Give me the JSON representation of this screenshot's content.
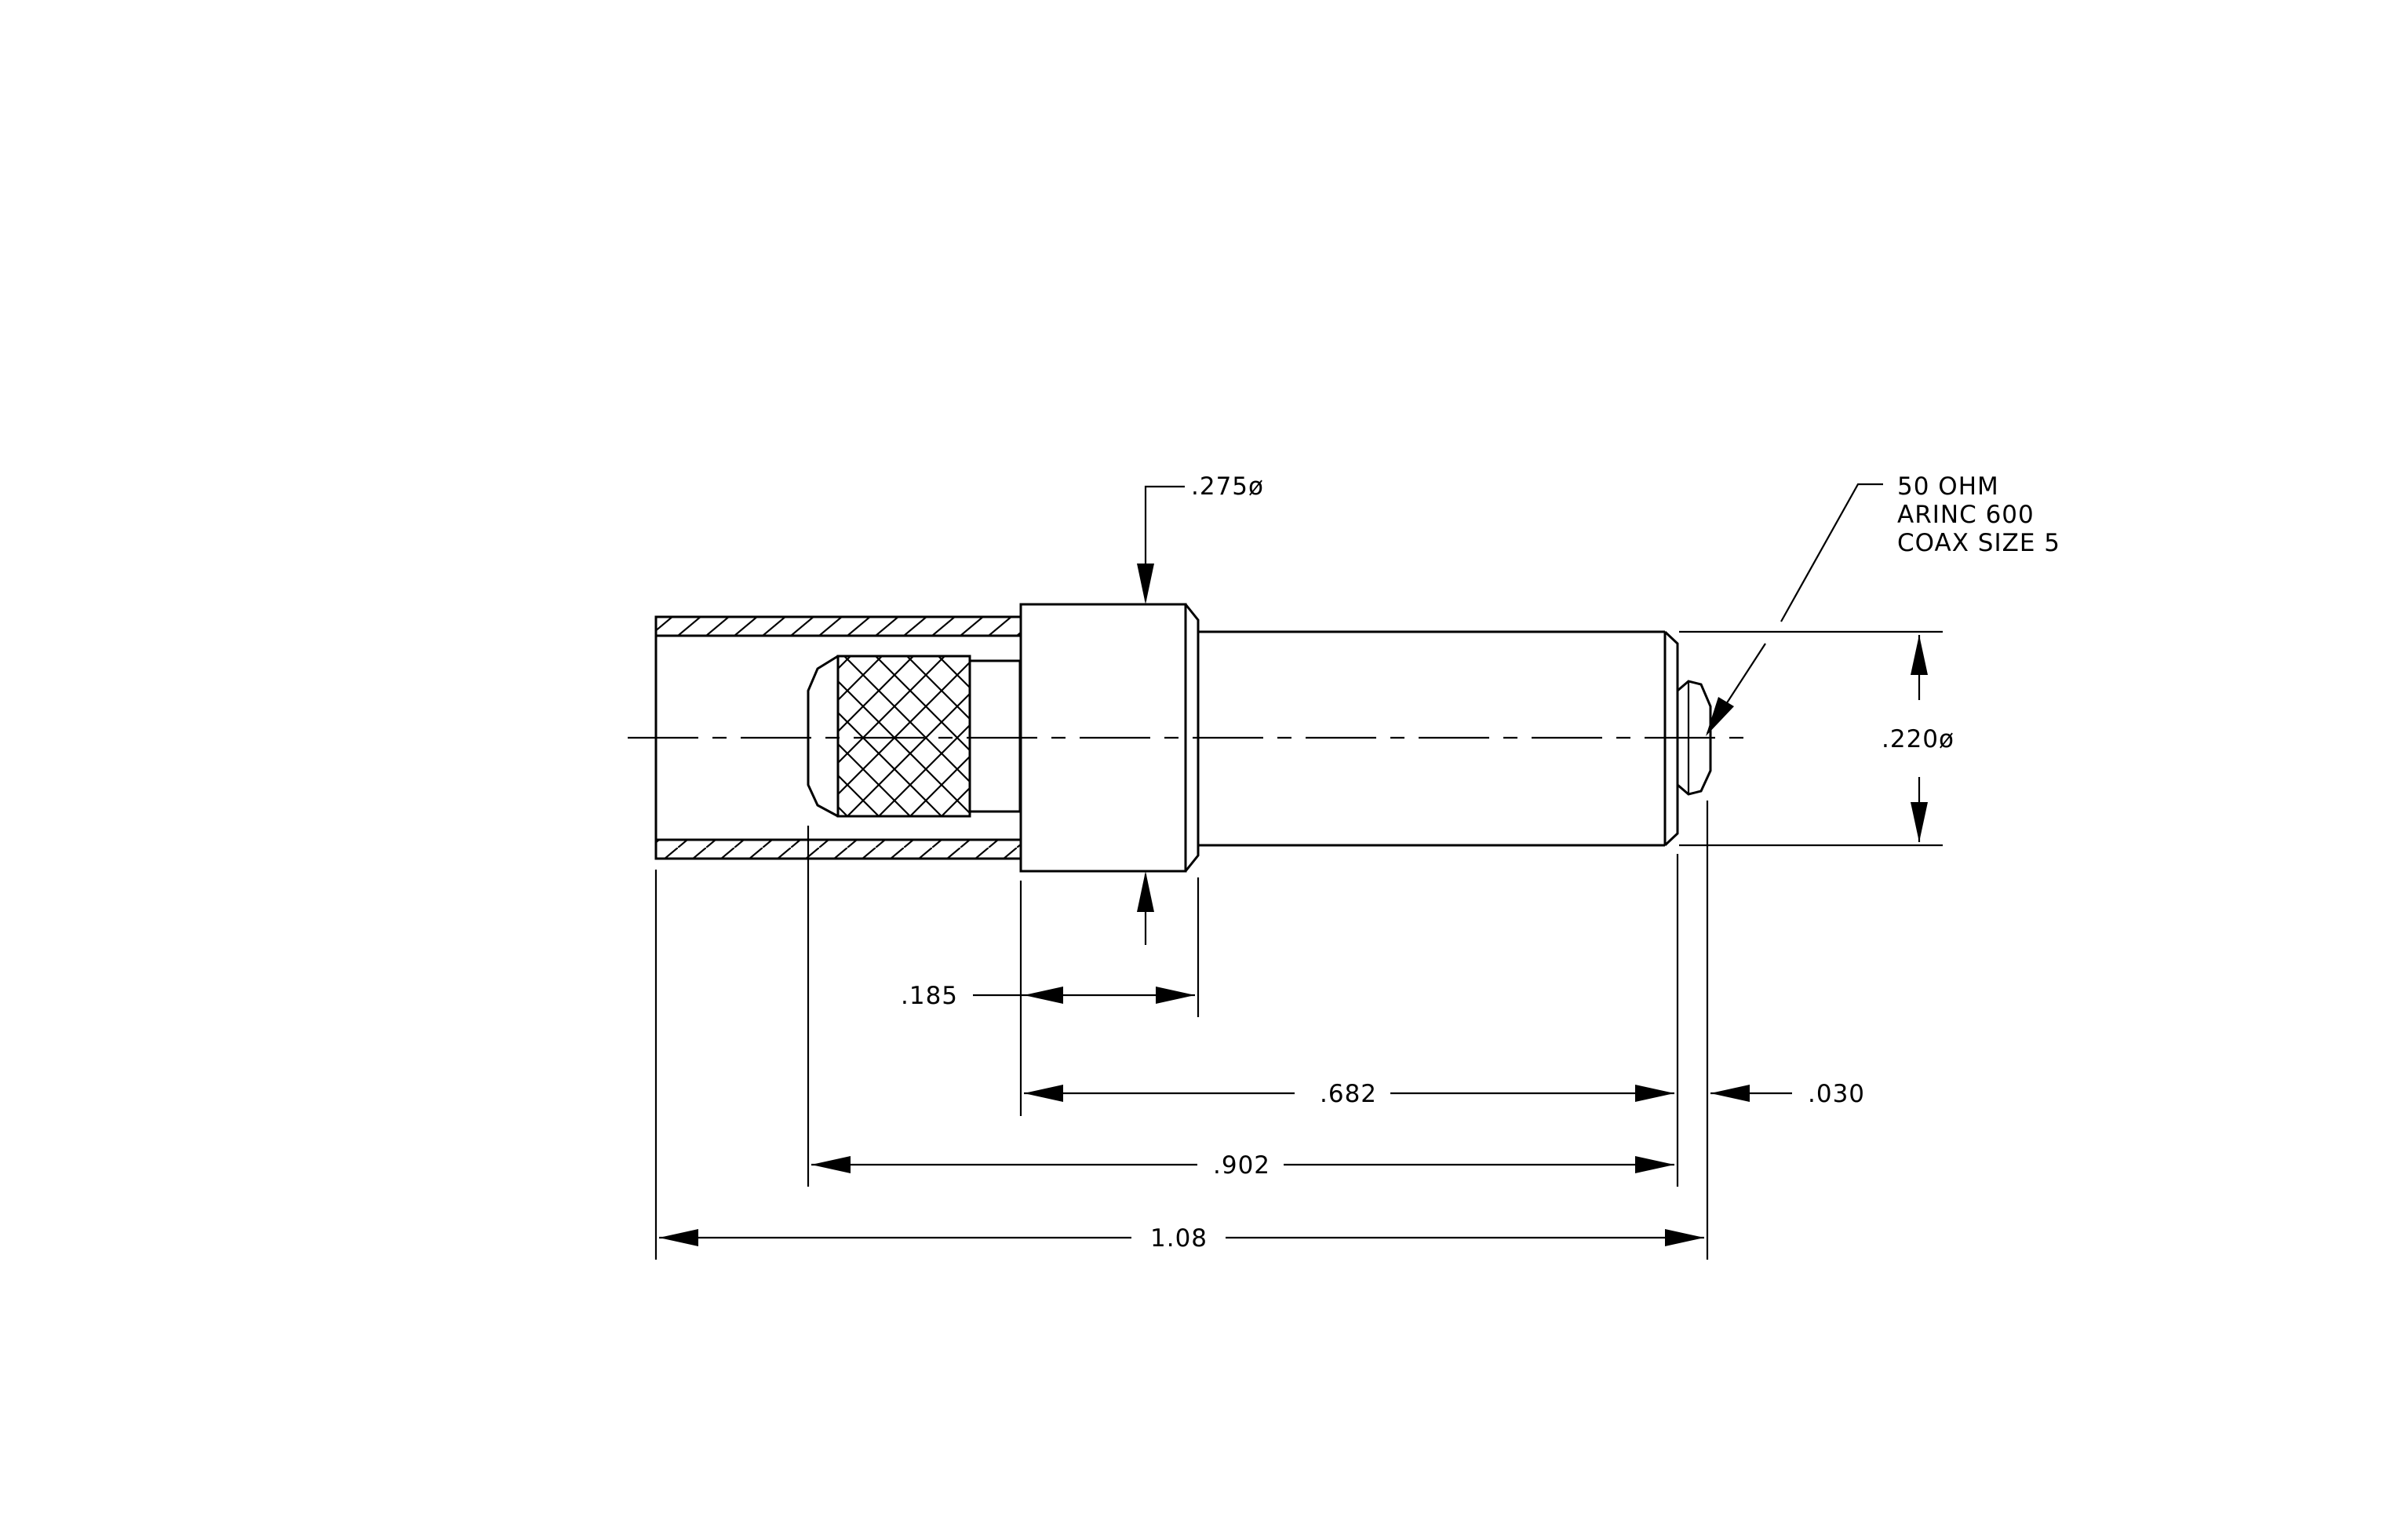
{
  "drawing": {
    "ink_color": "#000000",
    "background_color": "#ffffff",
    "dimensions": {
      "d275": ".275ø",
      "d220": ".220ø",
      "d185": ".185",
      "d682": ".682",
      "d030": ".030",
      "d902": ".902",
      "d108": "1.08"
    },
    "note": {
      "line1": "50 OHM",
      "line2": "ARINC 600",
      "line3": "COAX SIZE 5"
    }
  }
}
